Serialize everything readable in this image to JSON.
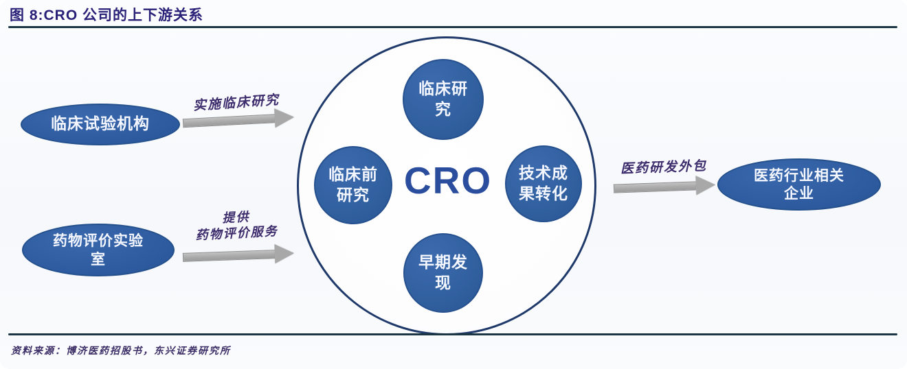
{
  "title": "图 8:CRO 公司的上下游关系",
  "upstream": {
    "node1": "临床试验机构",
    "node2": "药物评价实验室"
  },
  "flows": {
    "flow1": "实施临床研究",
    "flow2_line1": "提供",
    "flow2_line2": "药物评价服务",
    "flow3": "医药研发外包"
  },
  "cro": {
    "label": "CRO",
    "service_top": "临床研究",
    "service_left": "临床前研究",
    "service_right": "技术成果转化",
    "service_bottom": "早期发现"
  },
  "downstream": {
    "node": "医药行业相关企业"
  },
  "source": "资料来源：博济医药招股书，东兴证券研究所",
  "colors": {
    "node_blue": "#31609f",
    "outline_navy": "#1f3a6a",
    "arrow_gray": "#a8a8a8",
    "label_ink": "#3e2d6d",
    "title_ink": "#292178",
    "cro_blue": "#2a4d9d",
    "rule_dark": "#1a3645"
  }
}
